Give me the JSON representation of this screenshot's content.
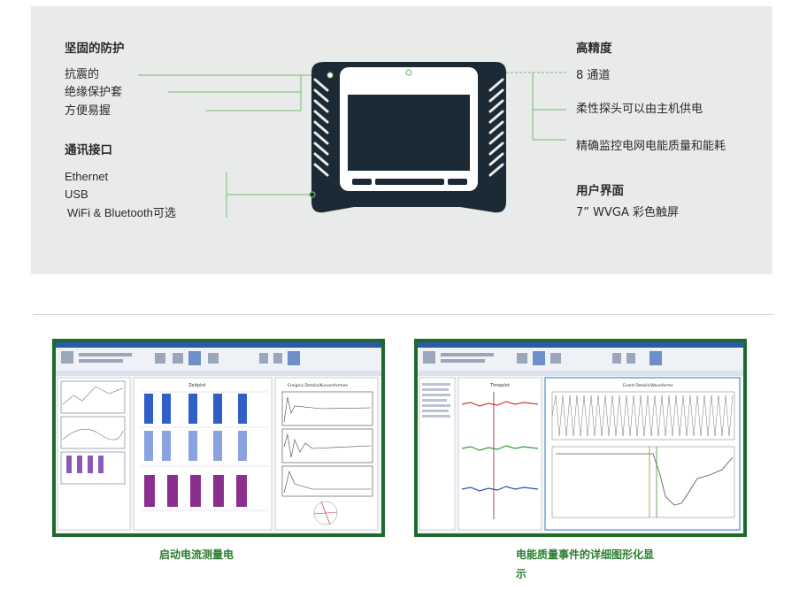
{
  "left_features": {
    "group1": {
      "heading": "坚固的防护",
      "items": [
        "抗震的",
        "绝缘保护套",
        "方便易握"
      ]
    },
    "group2": {
      "heading": "通讯接口",
      "items": [
        "Ethernet",
        "USB",
        "WiFi & Bluetooth可选"
      ]
    }
  },
  "right_features": {
    "group1": {
      "heading": "高精度",
      "items": [
        "8 通道",
        "柔性探头可以由主机供电",
        "精确监控电网电能质量和能耗"
      ]
    },
    "group2": {
      "heading": "用户界面",
      "items": [
        "7” WVGA 彩色触屏"
      ]
    }
  },
  "screenshots": {
    "left": {
      "caption": "启动电流测量电",
      "chart1_title": "Zeitplot",
      "chart2_title": "Ereignis Details/Kurvenformen"
    },
    "right": {
      "caption_line1": "电能质量事件的详细图形化显",
      "caption_line2": "示",
      "chart1_title": "Timeplot",
      "chart2_title": "Event Details/Waveforms"
    }
  },
  "colors": {
    "accent_green": "#2b7d2f",
    "frame_green": "#1f6a2b",
    "device_dark": "#1c2a36",
    "leader_line": "#6fbf73",
    "panel_bg": "#e9eaea"
  }
}
